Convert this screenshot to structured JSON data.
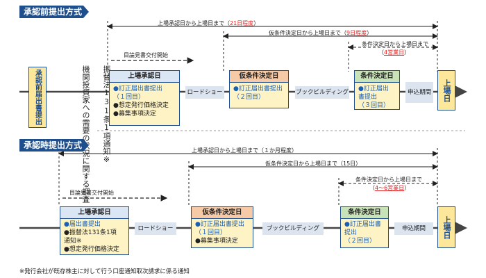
{
  "section1": {
    "header": "承認前提出方式",
    "start_label": "承認前届出書提出",
    "investigation": "機関投資家への需要の状況に関する調査",
    "notice": "振替法131条1項通知※",
    "doc_label": "目論見書交付開始",
    "span_top_a": "上場承認日から上場日まで（",
    "span_top_b": "21日程度",
    "span_top_c": "）",
    "span_mid_a": "仮条件決定日から上場日まで（",
    "span_mid_b": "9日程度",
    "span_mid_c": "）",
    "span_low_1": "条件決定日から上場日まで",
    "span_low_a": "（",
    "span_low_b": "4営業日",
    "span_low_c": "）",
    "approval": {
      "title": "上場承認日",
      "lines": [
        "●訂正届出書提出",
        "（１回目）",
        "●想定発行価格決定",
        "●募集事項決定"
      ]
    },
    "roadshow": "ロードショー",
    "tentative": {
      "title": "仮条件決定日",
      "lines": [
        "●訂正届出書提出",
        "（２回目）"
      ]
    },
    "bookbuilding": "ブックビルディング",
    "decision": {
      "title": "条件決定日",
      "lines": [
        "●訂正届出",
        "書提出",
        "（３回目）"
      ]
    },
    "application": "申込期間",
    "listing": "上場日"
  },
  "section2": {
    "header": "承認時提出方式",
    "doc_label": "目論見書交付開始",
    "span_top": "上場承認日から上場日まで（１か月程度）",
    "span_mid": "仮条件決定日から上場日まで（15日）",
    "span_low_1": "条件決定日から上場日まで",
    "span_low_a": "（",
    "span_low_b": "4～6営業日",
    "span_low_c": "）",
    "approval": {
      "title": "上場承認日",
      "lines": [
        "●届出書提出",
        "●振替法131条1項",
        "通知※",
        "●想定発行価格決定"
      ]
    },
    "roadshow": "ロードショー",
    "tentative": {
      "title": "仮条件決定日",
      "lines": [
        "●訂正届出書提出",
        "（１回目）",
        "●募集事項決定"
      ]
    },
    "bookbuilding": "ブックビルディング",
    "decision": {
      "title": "条件決定日",
      "lines": [
        "●訂正届出書",
        "提出",
        "（２回目）"
      ]
    },
    "application": "申込期間",
    "listing": "上場日"
  },
  "footnote": "※発行会社が既存株主に対して行う口座通知取次請求に係る通知",
  "colors": {
    "navy": "#1f4e8c",
    "red": "#e02020",
    "yellow": "#fde79a"
  }
}
